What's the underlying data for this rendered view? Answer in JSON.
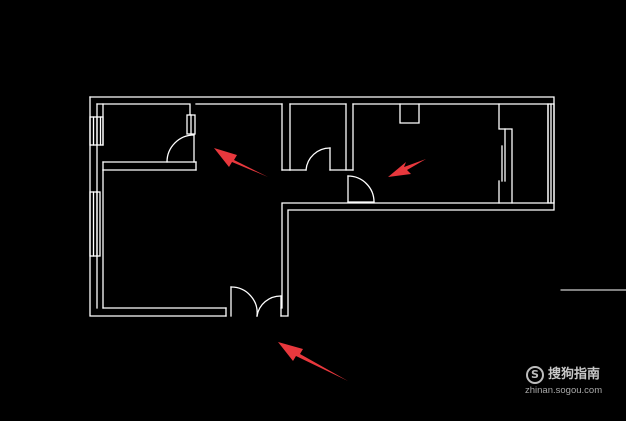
{
  "colors": {
    "background": "#000000",
    "wall_line": "#ffffff",
    "arrow": "#e8383d",
    "watermark": "#c0c0c0"
  },
  "watermark": {
    "logo_glyph": "S",
    "title": "搜狗指南",
    "url": "zhinan.sogou.com"
  },
  "annotations": {
    "arrow_count": 3
  }
}
